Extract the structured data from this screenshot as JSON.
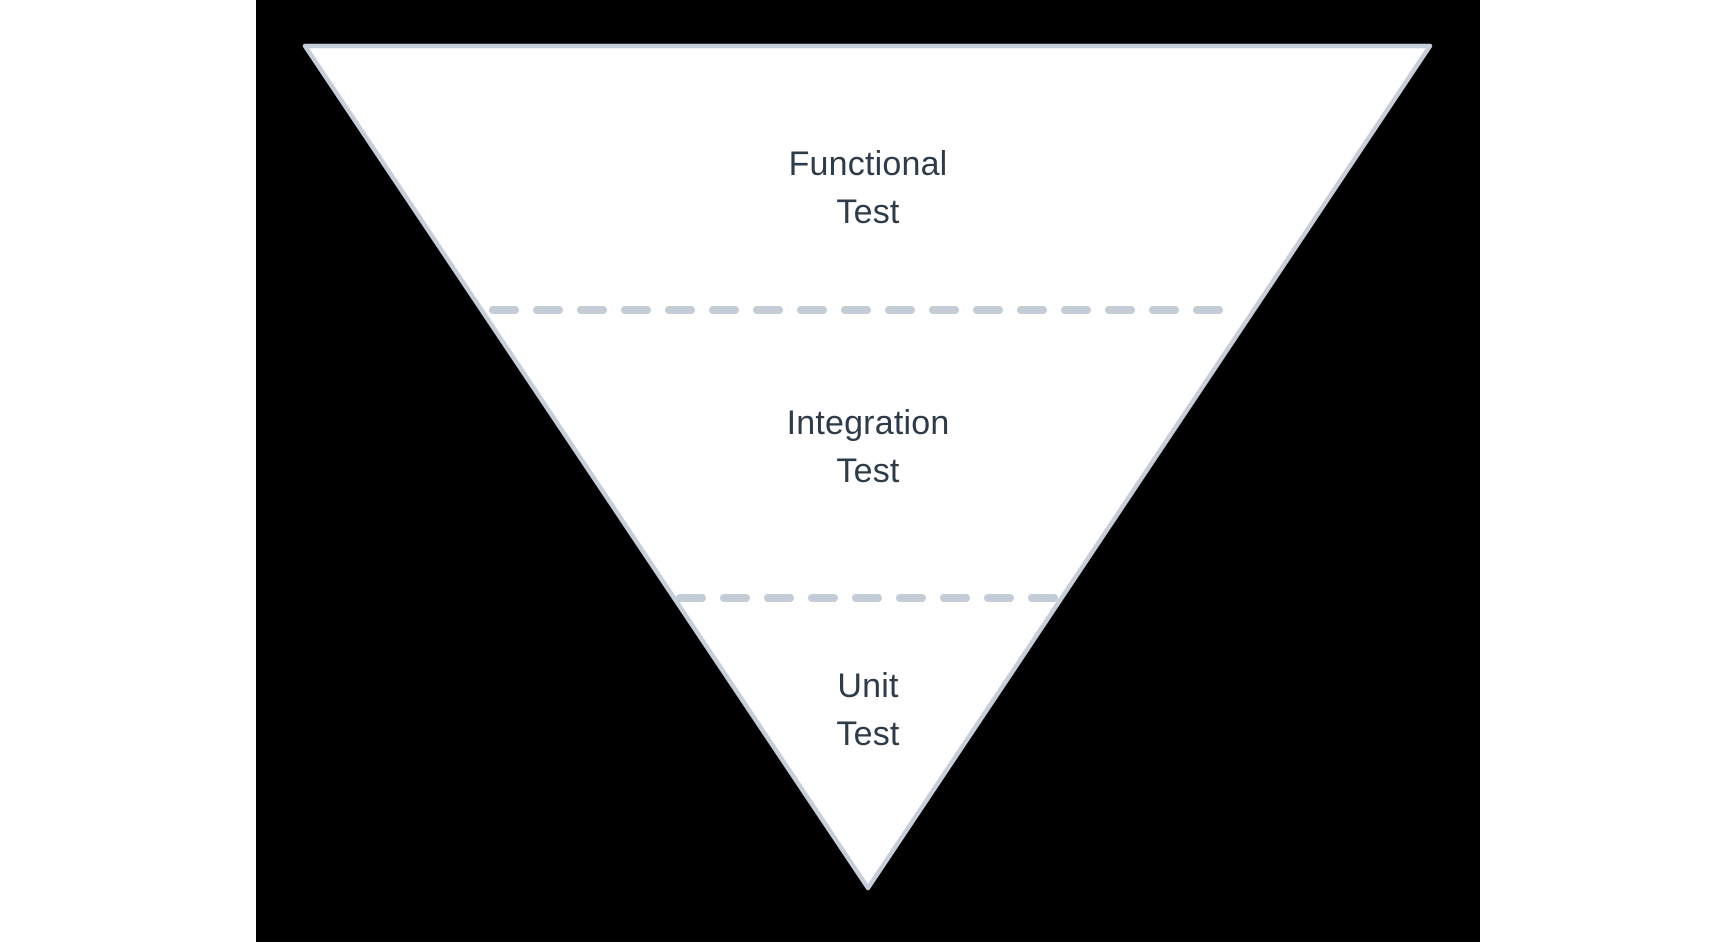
{
  "canvas": {
    "background_color": "#000000"
  },
  "pyramid": {
    "type": "inverted-triangle test pyramid diagram",
    "fill_color": "#ffffff",
    "border_color": "#c5cfda",
    "divider_color": "#c4cdd7",
    "text_color": "#2e3c4a",
    "levels": [
      {
        "name": "functional-test",
        "label_line1": "Functional",
        "label_line2": "Test"
      },
      {
        "name": "integration-test",
        "label_line1": "Integration",
        "label_line2": "Test"
      },
      {
        "name": "unit-test",
        "label_line1": "Unit",
        "label_line2": "Test"
      }
    ]
  }
}
